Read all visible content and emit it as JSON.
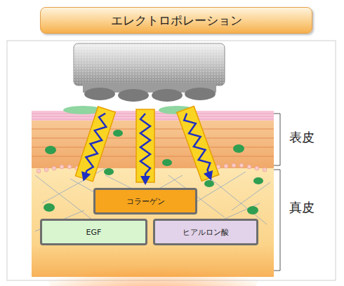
{
  "diagram": {
    "title": "エレクトロポレーション",
    "nodes": [
      {
        "text": [
          "コラーゲン"
        ]
      },
      {
        "text": [
          "EGF"
        ]
      },
      {
        "text": [
          "ヒアルロン酸"
        ]
      }
    ],
    "labels": [
      "表皮",
      "真皮"
    ]
  }
}
